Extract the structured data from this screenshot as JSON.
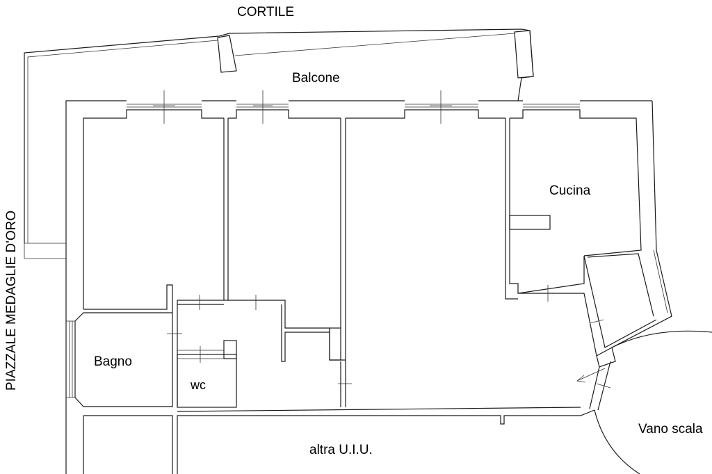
{
  "labels": {
    "cortile": "CORTILE",
    "balcone": "Balcone",
    "cucina": "Cucina",
    "bagno": "Bagno",
    "wc": "wc",
    "altra_uiu": "altra U.I.U.",
    "vano_scala": "Vano scala",
    "piazzale": "PIAZZALE MEDAGLIE D'ORO"
  }
}
